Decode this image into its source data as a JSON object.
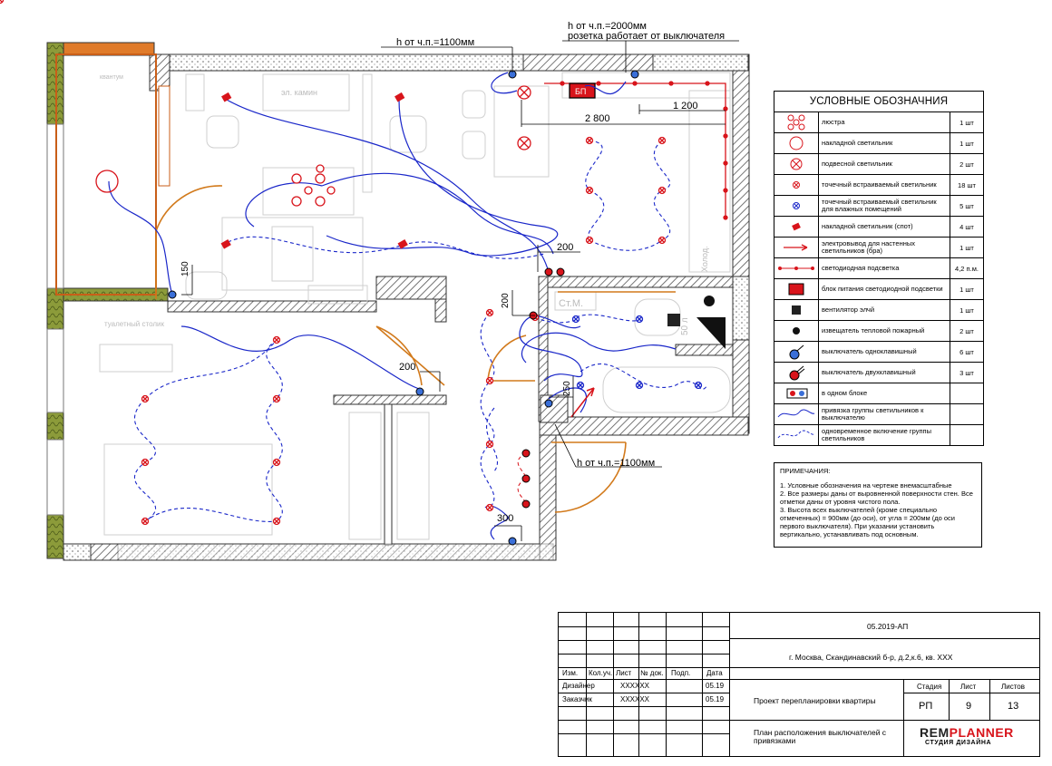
{
  "annotations": {
    "h_top_left": "h от ч.п.=1100мм",
    "h_top_right": "h от ч.п.=2000мм",
    "socket_note": "розетка работает от выключателя",
    "h_bottom": "h от ч.п.=1100мм",
    "dim_2800": "2 800",
    "dim_1200": "1 200",
    "dim_200_a": "200",
    "dim_200_b": "200",
    "dim_200_c": "200",
    "dim_150": "150",
    "dim_250": "250",
    "dim_300": "300"
  },
  "room_labels": {
    "el_kamin": "эл. камин",
    "kvantum": "квантум",
    "tualetny_stolik": "туалетный столик",
    "st_m": "Ст.М.",
    "holod": "Холод.",
    "bp": "БП",
    "fifty_l": "50 л"
  },
  "legend": {
    "title": "УСЛОВНЫЕ ОБОЗНАЧНИЯ",
    "items": [
      {
        "icon": "chandelier-icon",
        "text": "люстра",
        "qty": "1 шт"
      },
      {
        "icon": "surface-light-icon",
        "text": "накладной светильник",
        "qty": "1 шт"
      },
      {
        "icon": "pendant-light-icon",
        "text": "подвесной светильник",
        "qty": "2 шт"
      },
      {
        "icon": "recessed-spot-icon",
        "text": "точечный встраиваемый светильник",
        "qty": "18 шт"
      },
      {
        "icon": "recessed-spot-wet-icon",
        "text": "точечный встраиваемый светильник для влажных помещений",
        "qty": "5 шт"
      },
      {
        "icon": "surface-spot-icon",
        "text": "накладной светильник (спот)",
        "qty": "4 шт"
      },
      {
        "icon": "wall-lead-icon",
        "text": "электровывод для настенных светильников (бра)",
        "qty": "1 шт"
      },
      {
        "icon": "led-strip-icon",
        "text": "светодиодная подсветка",
        "qty": "4,2 п.м."
      },
      {
        "icon": "led-power-icon",
        "text": "блок питания светодиодной подсветки",
        "qty": "1 шт"
      },
      {
        "icon": "fan-icon",
        "text": "вентилятор элчй",
        "qty": "1 шт"
      },
      {
        "icon": "heat-detector-icon",
        "text": "извещатель тепловой пожарный",
        "qty": "2 шт"
      },
      {
        "icon": "switch-single-icon",
        "text": "выключатель одноклавишный",
        "qty": "6 шт"
      },
      {
        "icon": "switch-double-icon",
        "text": "выключатель двухклавишный",
        "qty": "3 шт"
      },
      {
        "icon": "combo-block-icon",
        "text": "в одном блоке",
        "qty": ""
      },
      {
        "icon": "group-link-icon",
        "text": "привязка группы светильников к выключателю",
        "qty": ""
      },
      {
        "icon": "group-sync-icon",
        "text": "одновременное включение группы светильников",
        "qty": ""
      }
    ]
  },
  "notes": {
    "title": "ПРИМЕЧАНИЯ:",
    "text": "1. Условные обозначения на чертеже внемасштабные\n2. Все размеры даны от выровненной поверхности стен. Все отметки даны от уровня чистого пола.\n3. Высота всех выключателей (кроме специально отмеченных) = 900мм (до оси), от угла = 200мм (до оси первого выключателя). При указании установить вертикально, устанавливать под основным."
  },
  "stamp": {
    "code": "05.2019-АП",
    "address": "г. Москва, Скандинавский б-р, д.2,к.6, кв. XXX",
    "headers": [
      "Изм.",
      "Кол.уч.",
      "Лист",
      "№ док.",
      "Подп.",
      "Дата"
    ],
    "rows": [
      {
        "role": "Дизайнер",
        "name": "XXXXXX",
        "date": "05.19"
      },
      {
        "role": "Заказчик",
        "name": "XXXXXX",
        "date": "05.19"
      }
    ],
    "project": "Проект перепланировки квартиры",
    "stage_label": "Стадия",
    "sheet_label": "Лист",
    "sheets_label": "Листов",
    "stage": "РП",
    "sheet": "9",
    "sheets": "13",
    "drawing": "План расположения выключателей с привязками",
    "logo_a": "REM",
    "logo_b": "PLANNER",
    "logo_sub": "СТУДИЯ ДИЗАЙНА"
  },
  "colors": {
    "wire": "#1a27c9",
    "red": "#d8141b",
    "door": "#d27a1c",
    "wall_hatch": "#555555"
  }
}
